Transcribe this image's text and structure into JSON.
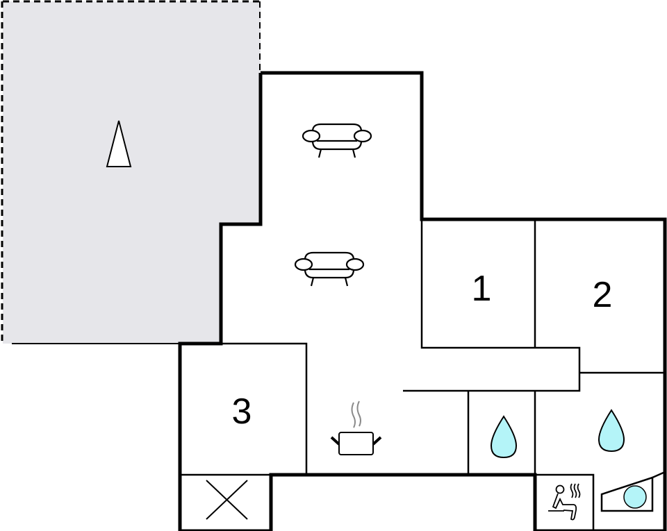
{
  "floorplan": {
    "colors": {
      "wall": "#000000",
      "terrace_fill": "#e6e6ea",
      "water": "#b4f4f8",
      "steam": "#8a8a8a",
      "background": "#ffffff"
    },
    "areas": [
      {
        "id": "terrace",
        "type": "terrace",
        "icon": "compass-north-icon"
      },
      {
        "id": "living-room",
        "type": "living",
        "icons": [
          "sofa-icon",
          "sofa-icon"
        ]
      },
      {
        "id": "kitchen",
        "type": "kitchen",
        "icon": "cooking-pot-icon"
      },
      {
        "id": "bedroom-1",
        "type": "bedroom",
        "label": "1"
      },
      {
        "id": "bedroom-2",
        "type": "bedroom",
        "label": "2"
      },
      {
        "id": "bedroom-3",
        "type": "bedroom",
        "label": "3"
      },
      {
        "id": "bathroom-1",
        "type": "bathroom",
        "icon": "water-drop-icon"
      },
      {
        "id": "bathroom-2",
        "type": "bathroom",
        "icon": "water-drop-icon"
      },
      {
        "id": "sauna",
        "type": "sauna",
        "icon": "sauna-icon"
      },
      {
        "id": "hot-tub",
        "type": "whirlpool",
        "icon": "hot-tub-icon"
      },
      {
        "id": "utility",
        "type": "storage",
        "icon": "cross-icon"
      }
    ],
    "labels": {
      "room1": "1",
      "room2": "2",
      "room3": "3"
    }
  }
}
